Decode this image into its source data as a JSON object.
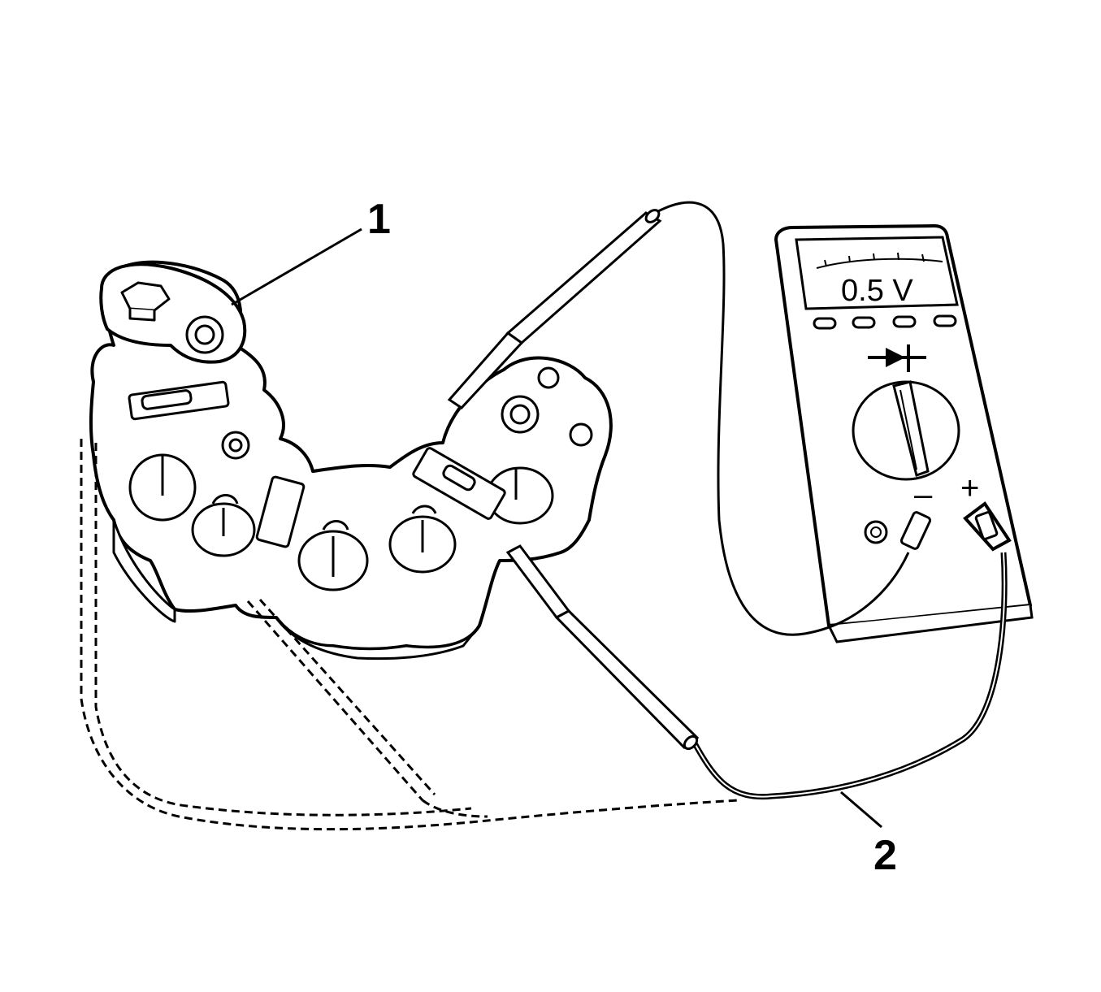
{
  "callouts": {
    "rectifier": "1",
    "test_leads": "2"
  },
  "multimeter": {
    "display_reading": "0.5 V",
    "negative_terminal": "–",
    "positive_terminal": "+",
    "mode_icon": "diode-icon"
  }
}
